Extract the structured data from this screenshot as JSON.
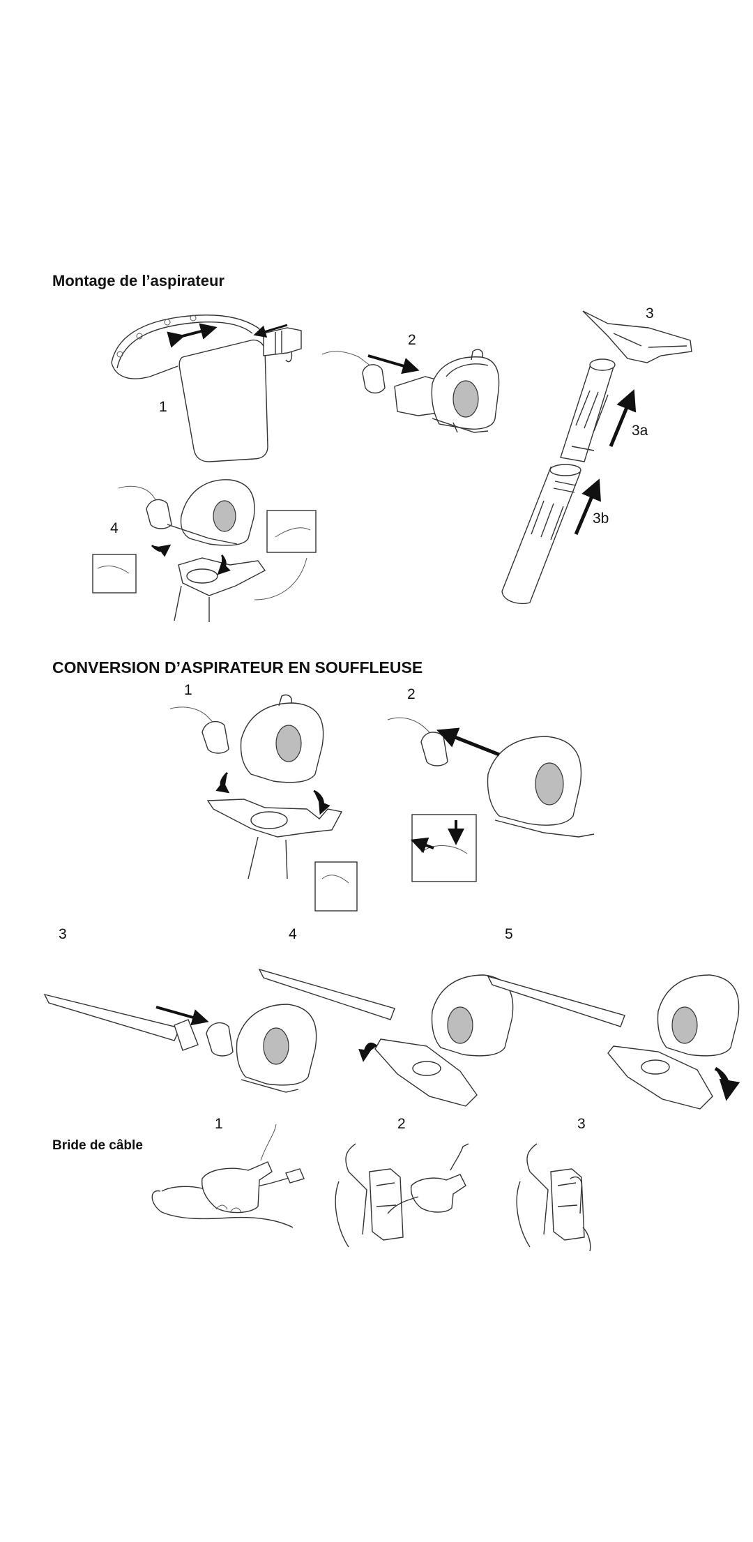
{
  "sections": {
    "assembly": {
      "title": "Montage de l’aspirateur",
      "steps": [
        "1",
        "2",
        "3",
        "3a",
        "3b",
        "4"
      ]
    },
    "conversion": {
      "title": "CONVERSION D’ASPIRATEUR EN SOUFFLEUSE",
      "steps": [
        "1",
        "2",
        "3",
        "4",
        "5"
      ]
    },
    "cable": {
      "title": "Bride de câble",
      "steps": [
        "1",
        "2",
        "3"
      ]
    }
  }
}
